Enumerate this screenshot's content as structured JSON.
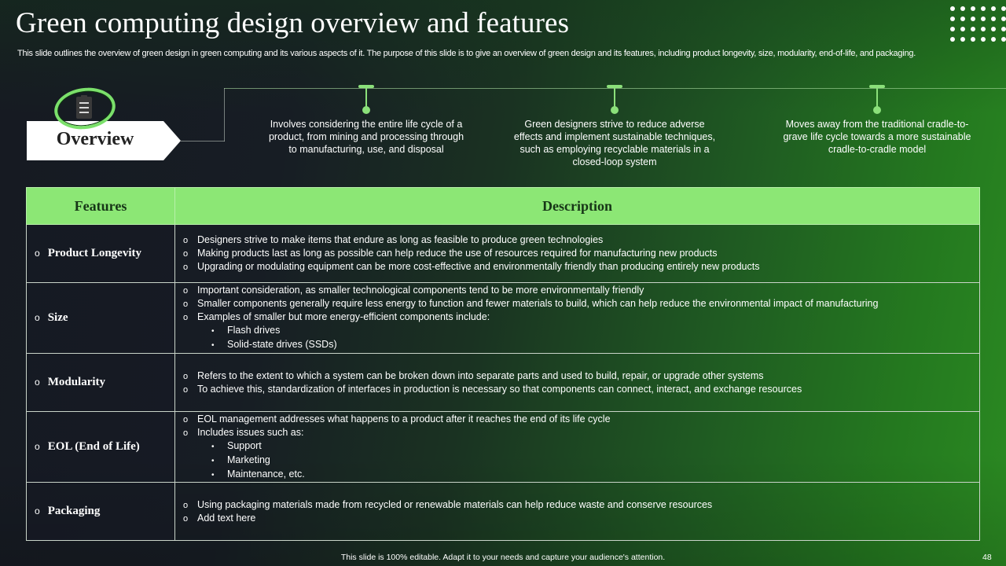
{
  "slide": {
    "title": "Green computing design overview and features",
    "subtitle": "This slide outlines the overview of green design in green computing and its various aspects of it. The purpose of this slide is to give an overview of green design and its features, including product longevity, size, modularity, end-of-life, and packaging.",
    "decoration_icon": "dot-grid-icon",
    "colors": {
      "accent_green": "#8ce775",
      "header_text": "#173617",
      "bg_dark": "#161a22",
      "bg_green": "#2b8a22"
    }
  },
  "overview": {
    "label": "Overview",
    "icon": "clipboard-checklist-icon",
    "points": [
      {
        "text": "Involves considering the entire life cycle of a product, from mining and processing through to manufacturing, use, and disposal"
      },
      {
        "text": "Green designers strive to reduce adverse effects and implement sustainable techniques, such as employing recyclable materials in a closed-loop system"
      },
      {
        "text": "Moves away from the traditional cradle-to-grave life cycle towards a more sustainable cradle-to-cradle model"
      }
    ]
  },
  "table": {
    "headers": {
      "features": "Features",
      "description": "Description"
    },
    "bullet": "o",
    "sub_bullet": "•",
    "rows": [
      {
        "feature": "Product Longevity",
        "items": [
          "Designers strive to make items that endure as long as feasible to produce green technologies",
          "Making products last as long as possible can help reduce the use of resources required for manufacturing new products",
          "Upgrading or modulating equipment can be more cost-effective and environmentally friendly than producing entirely new products"
        ]
      },
      {
        "feature": "Size",
        "items": [
          "Important consideration, as smaller technological components tend to be more environmentally friendly",
          "Smaller components generally require less energy to function and fewer materials to build, which can help reduce the environmental impact of manufacturing",
          "Examples of smaller but more energy-efficient components include:"
        ],
        "subitems": [
          "Flash drives",
          "Solid-state drives (SSDs)"
        ]
      },
      {
        "feature": "Modularity",
        "items": [
          "Refers to the extent to which a system can be broken down into separate parts and used to build, repair, or upgrade other systems",
          "To achieve this, standardization of interfaces in production is necessary so that components can connect, interact, and exchange resources"
        ]
      },
      {
        "feature": "EOL (End of Life)",
        "items": [
          "EOL management addresses what happens to a product after it reaches the end of its life cycle",
          "Includes issues such as:"
        ],
        "subitems": [
          "Support",
          "Marketing",
          "Maintenance, etc."
        ]
      },
      {
        "feature": "Packaging",
        "items": [
          "Using packaging materials made from recycled or renewable materials can help reduce waste and conserve resources",
          "Add text here"
        ]
      }
    ]
  },
  "footer": {
    "note": "This slide is 100% editable. Adapt it to your needs and capture your audience's attention.",
    "page_number": "48"
  }
}
